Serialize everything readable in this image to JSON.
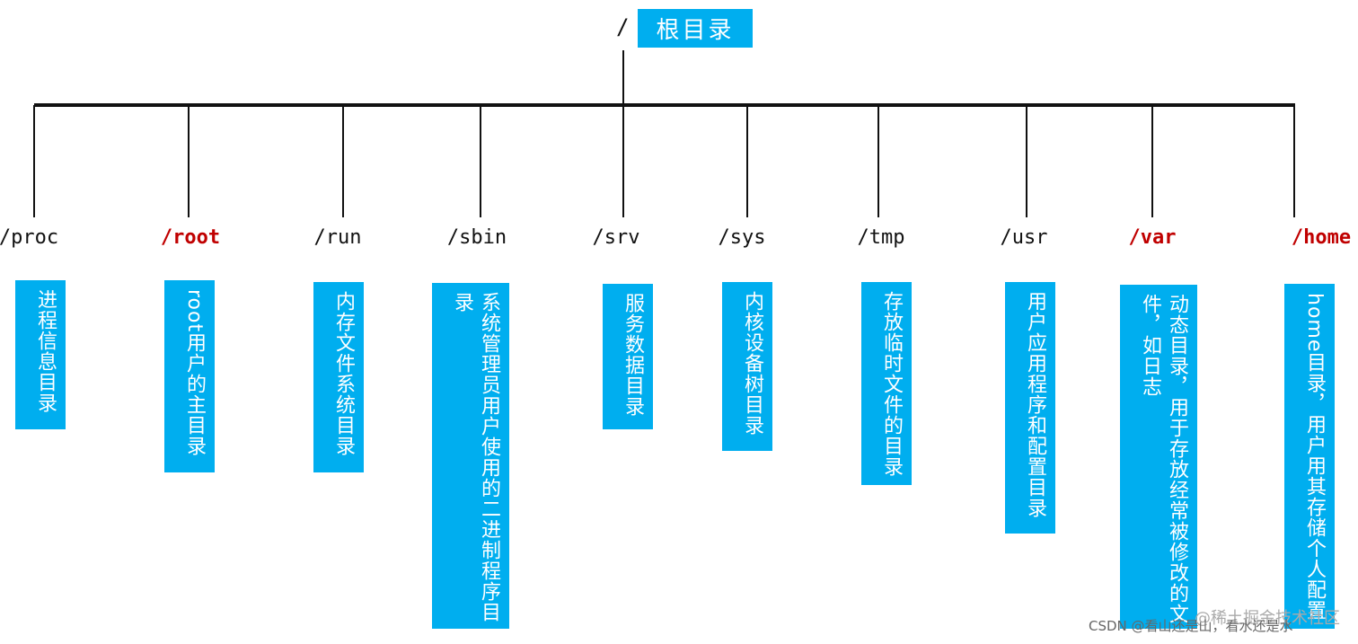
{
  "root": {
    "slash": "/",
    "label": "根目录"
  },
  "colors": {
    "box": "#00aeef",
    "highlight": "#c00000",
    "line": "#111111"
  },
  "directories": [
    {
      "name": "/proc",
      "highlight": false,
      "desc": "进程信息目录"
    },
    {
      "name": "/root",
      "highlight": true,
      "desc": "root用户的主目录"
    },
    {
      "name": "/run",
      "highlight": false,
      "desc": "内存文件系统目录"
    },
    {
      "name": "/sbin",
      "highlight": false,
      "desc": "系统管理员用户使用的二进制程序目录"
    },
    {
      "name": "/srv",
      "highlight": false,
      "desc": "服务数据目录"
    },
    {
      "name": "/sys",
      "highlight": false,
      "desc": "内核设备树目录"
    },
    {
      "name": "/tmp",
      "highlight": false,
      "desc": "存放临时文件的目录"
    },
    {
      "name": "/usr",
      "highlight": false,
      "desc": "用户应用程序和配置目录"
    },
    {
      "name": "/var",
      "highlight": true,
      "desc": "动态目录，用于存放经常被修改的文件，如日志"
    },
    {
      "name": "/home",
      "highlight": true,
      "desc": "home目录，用户用其存储个人配置"
    }
  ],
  "watermark": "CSDN @看山还是山，看水还是水",
  "watermark2": "@稀土掘金技术社区"
}
